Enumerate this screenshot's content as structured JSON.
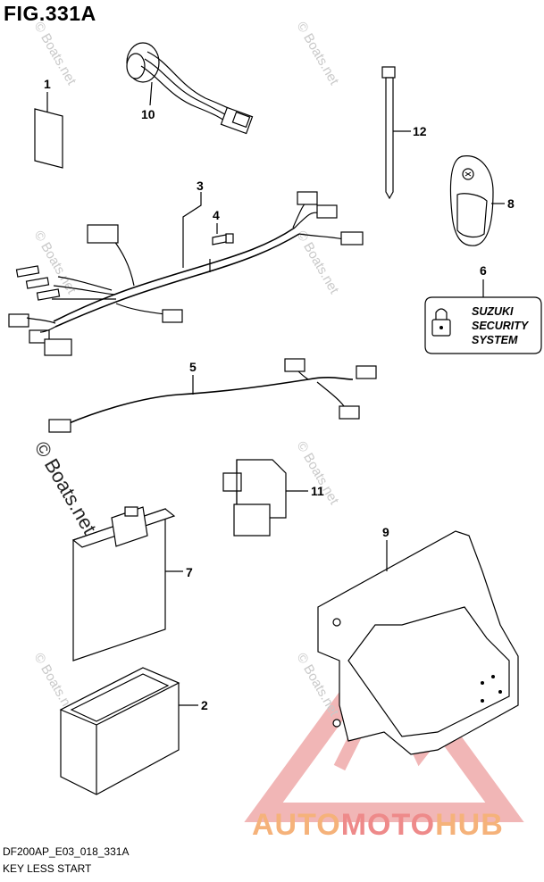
{
  "figure": {
    "title": "FIG.331A",
    "code": "DF200AP_E03_018_331A",
    "name": "KEY LESS START"
  },
  "watermark": {
    "small": "© Boats.net",
    "large": "© Boats.net"
  },
  "security_label": {
    "line1": "SUZUKI",
    "line2": "SECURITY",
    "line3": "SYSTEM"
  },
  "parts": [
    {
      "ref": "1"
    },
    {
      "ref": "2"
    },
    {
      "ref": "3"
    },
    {
      "ref": "4"
    },
    {
      "ref": "5"
    },
    {
      "ref": "6"
    },
    {
      "ref": "7"
    },
    {
      "ref": "8"
    },
    {
      "ref": "9"
    },
    {
      "ref": "10"
    },
    {
      "ref": "11"
    },
    {
      "ref": "12"
    }
  ],
  "brand": {
    "part1": "AUTO",
    "part2": "MOTO",
    "part3": "HUB",
    "accent_orange": "#f5b27a",
    "accent_red": "#ee8a8a"
  }
}
